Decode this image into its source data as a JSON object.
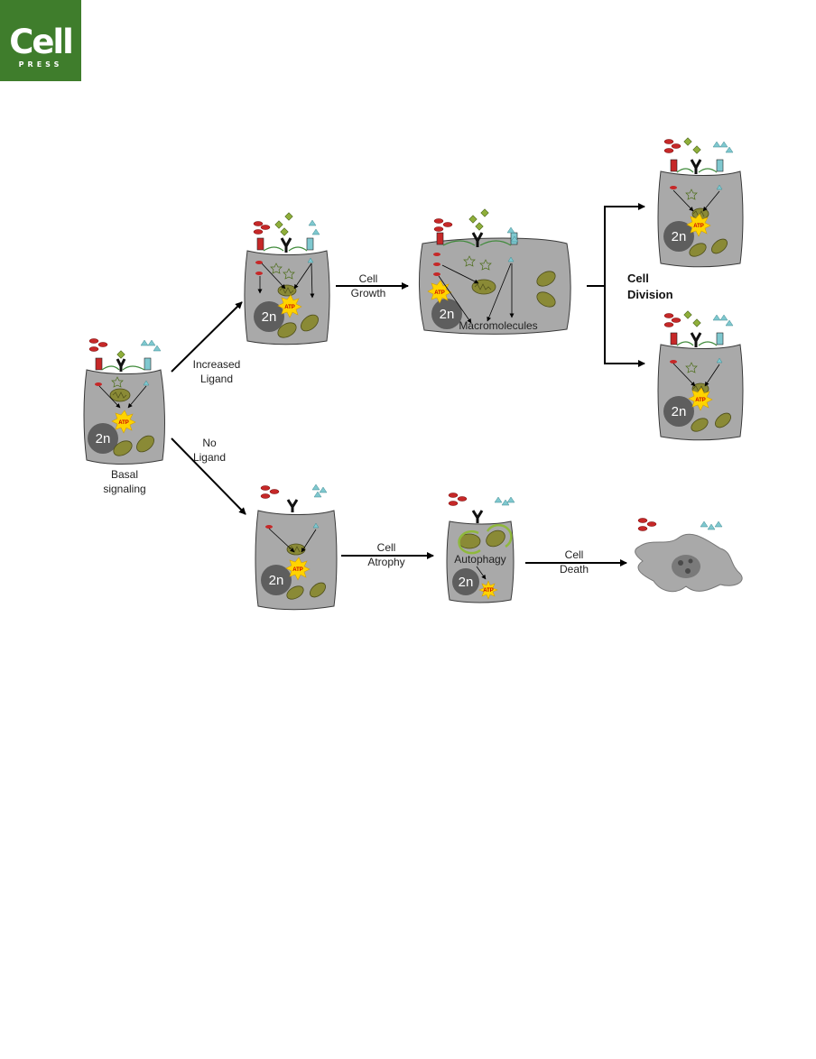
{
  "logo": {
    "line1": "Cell",
    "line2": "PRESS"
  },
  "labels": {
    "increased_1": "Increased",
    "increased_2": "Ligand",
    "no_1": "No",
    "no_2": "Ligand",
    "basal_1": "Basal",
    "basal_2": "signaling",
    "growth_1": "Cell",
    "growth_2": "Growth",
    "division_1": "Cell",
    "division_2": "Division",
    "atrophy_1": "Cell",
    "atrophy_2": "Atrophy",
    "death_1": "Cell",
    "death_2": "Death",
    "macromolecules": "Macromolecules",
    "autophagy": "Autophagy"
  },
  "nucleus_label": "2n",
  "atp_label": "ATP",
  "colors": {
    "logo_bg": "#3f7d2c",
    "cell": "#a9a9a9",
    "cell_outline": "#3a3a3a",
    "nucleus": "#5e5e5e",
    "mito": "#8a8a36",
    "red_ligand": "#c62828",
    "cyan_ligand": "#7fc8cf",
    "green_ligand": "#8fae3a",
    "atp_burst": "#ffd400"
  }
}
